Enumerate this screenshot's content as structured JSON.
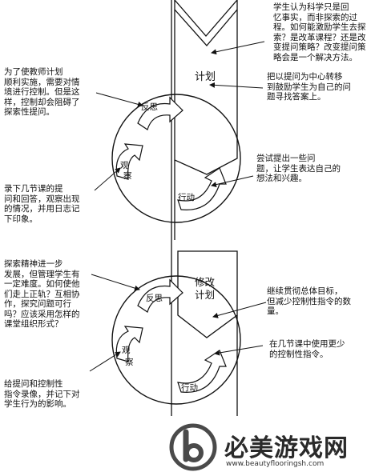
{
  "labels": {
    "plan": "计划",
    "revise_plan_1": "修改",
    "revise_plan_2": "计划",
    "reflect": "反思",
    "observe_1": "观",
    "observe_2": "察",
    "act": "行动"
  },
  "notes": {
    "top_right": "学生认为科学只是回\n忆事实，而非探索的过\n程。如何能激励学生去探\n索？是改革课程？还是改\n变提问策略？改变提问策\n略会是一个解决方法。",
    "mid_right": "把以提问为中心转移\n到鼓励学生为自己的问\n题寻找答案上。",
    "top_left": "为了使教师计划\n顺利实施，需要对情\n境进行控制。但是这\n样，控制却会阻碍了\n探索性提问。",
    "try_right": "尝试提出一些问\n题，让学生表达自己的\n想法和兴趣。",
    "record_left": "录下几节课的提\n问和回答，观察出现\n的情况，并用日志记\n下印象。",
    "explore_left": "探索精神进一步\n发展，但管理学生有\n一定难度。如何使他\n们走上正轨？互相协\n作，探究问题可行\n吗？应该采用怎样的\n课堂组织形式？",
    "continue_right": "继续贯彻总体目标，\n但减少控制性指令的数\n量。",
    "less_right": "在几节课中使用更少\n的控制性指令。",
    "give_left": "给提问和控制性\n指令录像，并记下对\n学生行为的影响。"
  },
  "watermark": {
    "brand": "必美游戏网",
    "url": "www.beautyflooringsh.com",
    "brand_color": "#2a2a2a",
    "logo_color": "#4a4a4a"
  }
}
